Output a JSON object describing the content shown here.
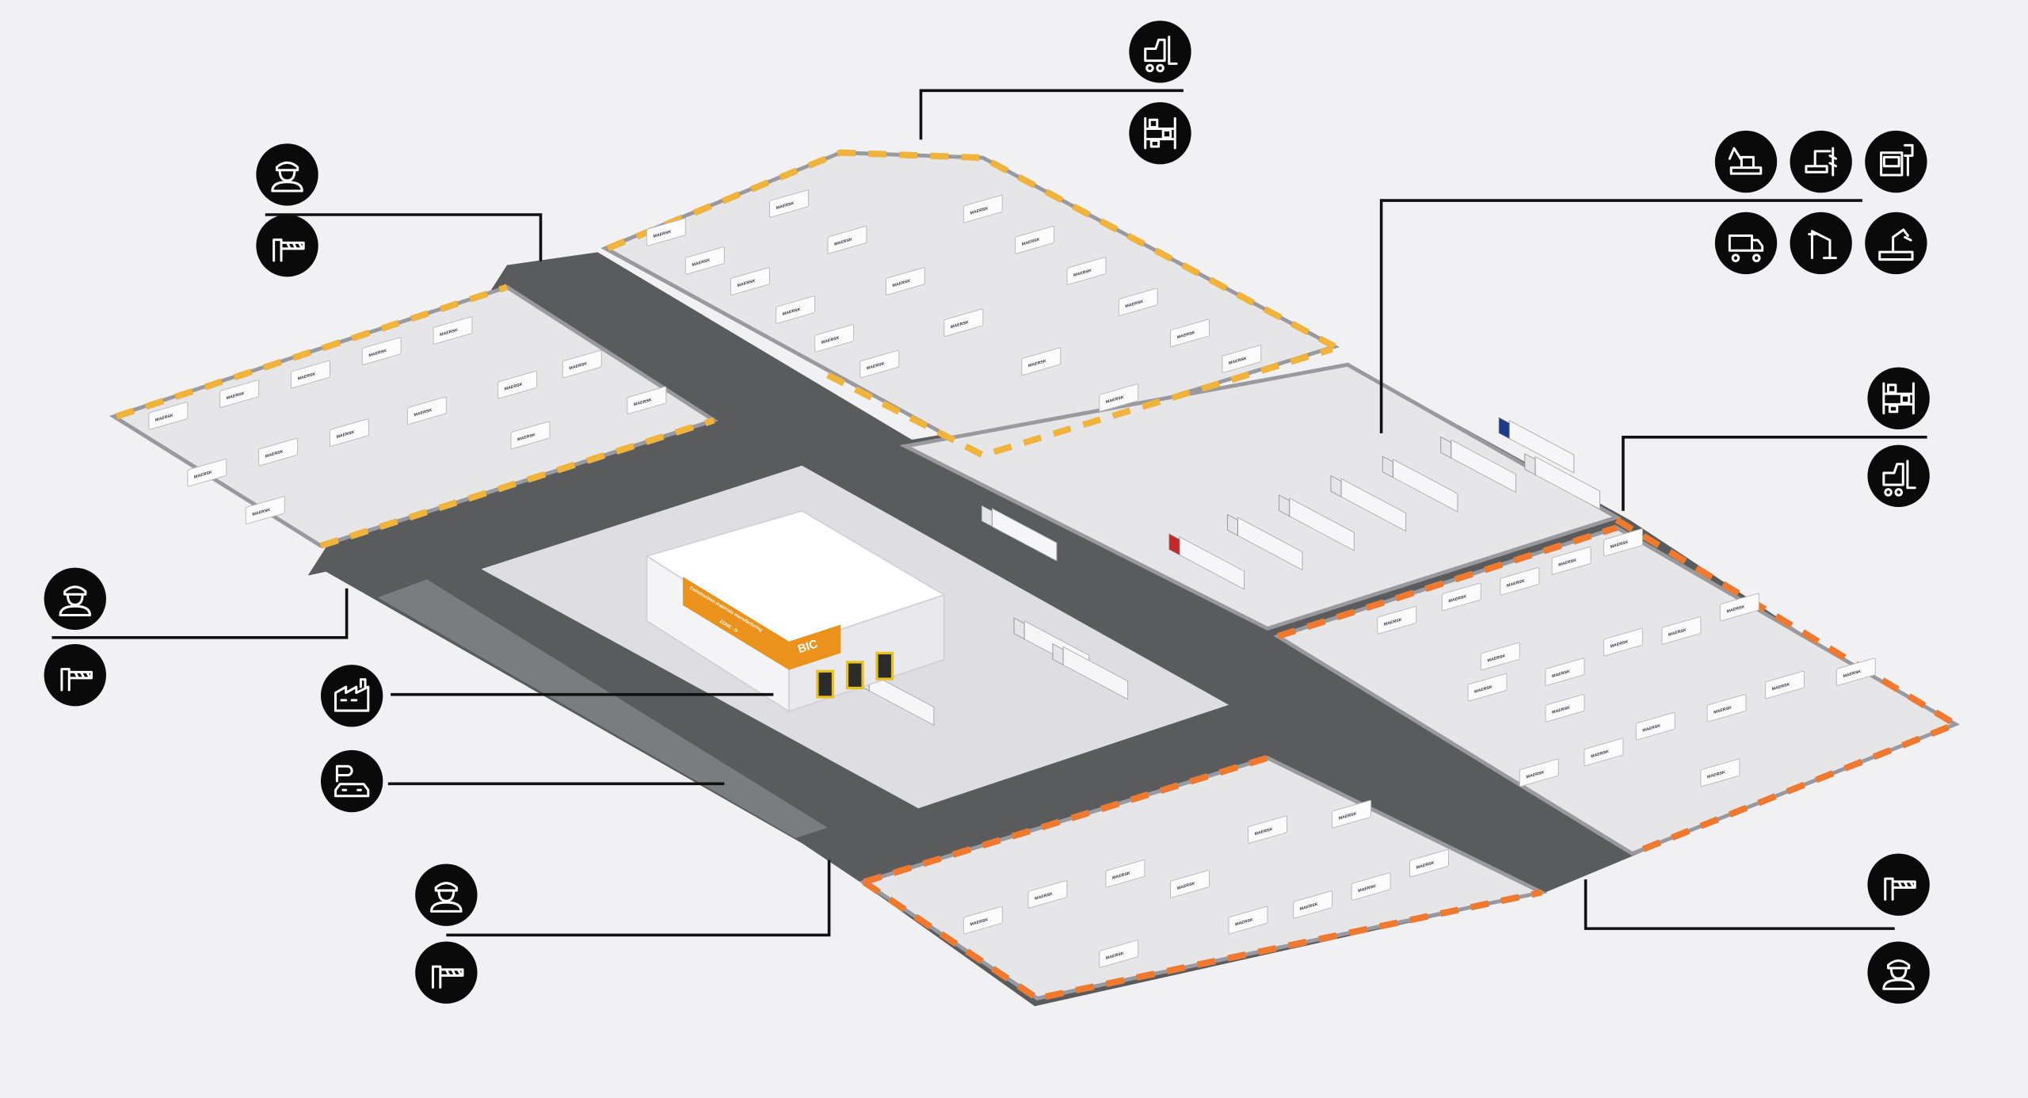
{
  "title": "BIC industrial site plan",
  "building": {
    "name": "BIC",
    "sign_line1": "Construction materials manufacturing",
    "sign_line2": "ZONE - D"
  },
  "container_brand": "MAERSK",
  "colors": {
    "background": "#f1f1f3",
    "road": "#5a5b5d",
    "lot": "#e6e6e9",
    "accent_yellow": "#f0b33c",
    "accent_orange": "#ef7a2f",
    "icon_bg": "#0a0a0a"
  },
  "callouts": [
    {
      "id": "top",
      "icons": [
        "forklift-icon",
        "warehouse-shelving-icon"
      ]
    },
    {
      "id": "top-left-gate",
      "icons": [
        "security-guard-icon",
        "barrier-gate-icon"
      ]
    },
    {
      "id": "heavy-equipment",
      "icons": [
        "excavator-icon",
        "drilling-rig-icon",
        "truck-parking-icon",
        "cargo-truck-icon",
        "crane-icon",
        "robotic-arm-conveyor-icon"
      ]
    },
    {
      "id": "truck-yard",
      "icons": [
        "warehouse-shelving-icon",
        "forklift-icon"
      ]
    },
    {
      "id": "left-gate",
      "icons": [
        "security-guard-icon",
        "barrier-gate-icon"
      ]
    },
    {
      "id": "factory",
      "icons": [
        "factory-icon"
      ]
    },
    {
      "id": "car-parking",
      "icons": [
        "car-parking-icon"
      ]
    },
    {
      "id": "bottom-gate",
      "icons": [
        "security-guard-icon",
        "barrier-gate-icon"
      ]
    },
    {
      "id": "bottom-right-gate",
      "icons": [
        "barrier-gate-icon",
        "security-guard-icon"
      ]
    }
  ]
}
